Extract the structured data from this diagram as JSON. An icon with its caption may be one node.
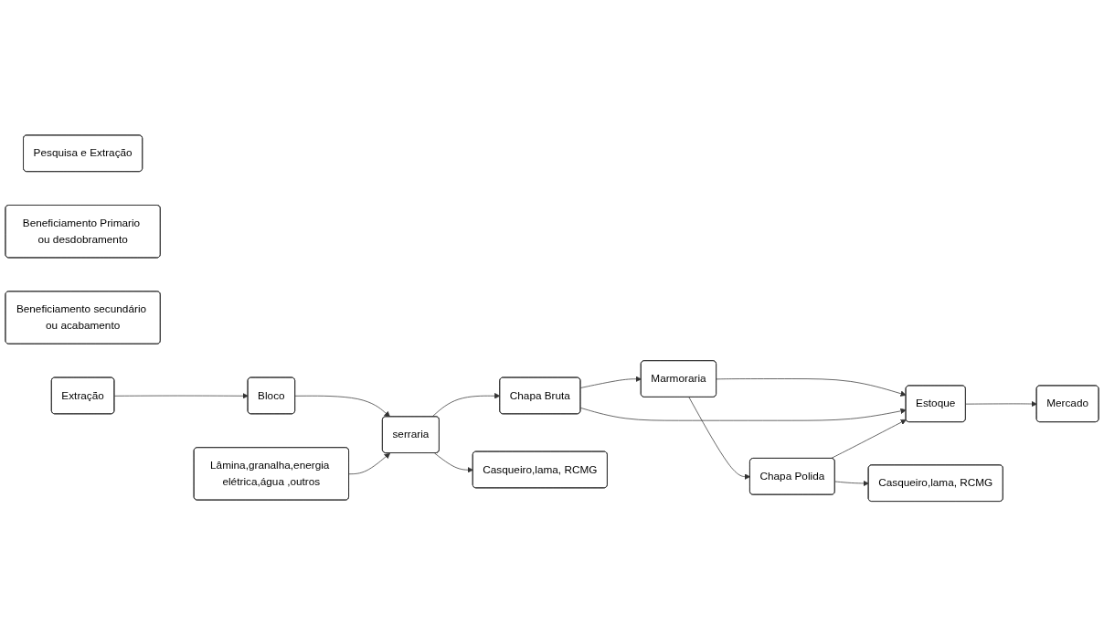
{
  "diagram": {
    "nodes": [
      {
        "text": [
          "Pesquisa e Extração"
        ]
      },
      {
        "text": [
          "Beneficiamento Primario ou desdobramento"
        ]
      },
      {
        "text": [
          "Beneficiamento secundário ou acabamento"
        ]
      },
      {
        "text": [
          "Extração"
        ]
      },
      {
        "text": [
          "Lâmina,granalha,energia elétrica,água ,outros"
        ]
      },
      {
        "text": [
          "Bloco"
        ]
      },
      {
        "text": [
          "serraria"
        ]
      },
      {
        "text": [
          "Chapa Bruta"
        ]
      },
      {
        "text": [
          "Marmoraria"
        ]
      },
      {
        "text": [
          "Chapa Polida"
        ]
      },
      {
        "text": [
          "Casqueiro,lama, RCMG"
        ]
      },
      {
        "text": [
          "Estoque"
        ]
      },
      {
        "text": [
          "Mercado"
        ]
      },
      {
        "text": [
          "Casqueiro,lama, RCMG"
        ]
      }
    ],
    "edges": [
      {
        "from": 3,
        "to": 5,
        "arrow": "to"
      },
      {
        "from": 5,
        "to": 6,
        "arrow": "to"
      },
      {
        "from": 4,
        "to": 6,
        "arrow": "to"
      },
      {
        "from": 6,
        "to": 7,
        "arrow": "to"
      },
      {
        "from": 6,
        "to": 10,
        "arrow": "to"
      },
      {
        "from": 7,
        "to": 8,
        "arrow": "to"
      },
      {
        "from": 8,
        "to": 9,
        "arrow": "to"
      },
      {
        "from": 8,
        "to": 11,
        "arrow": "to"
      },
      {
        "from": 7,
        "to": 11,
        "arrow": "to"
      },
      {
        "from": 9,
        "to": 11,
        "arrow": "to"
      },
      {
        "from": 9,
        "to": 13,
        "arrow": "to"
      },
      {
        "from": 11,
        "to": 12,
        "arrow": "to"
      }
    ]
  }
}
